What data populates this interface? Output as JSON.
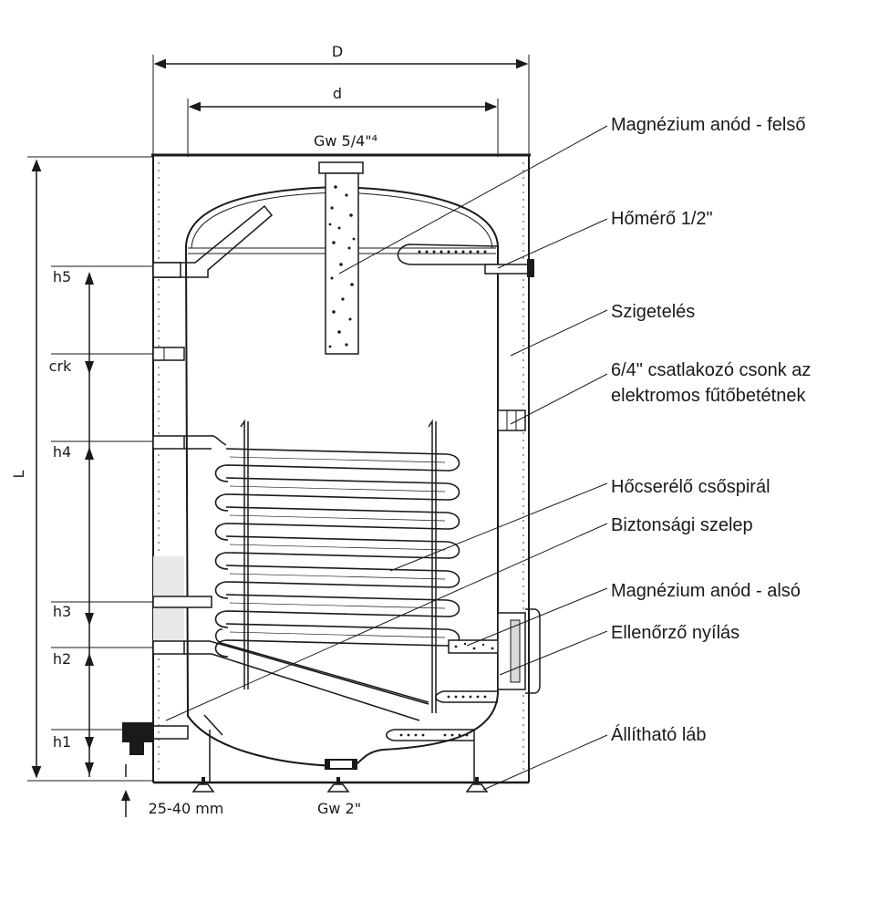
{
  "dimensions": {
    "outer_diameter": "D",
    "inner_diameter": "d",
    "total_height": "L",
    "h5": "h5",
    "crk": "crk",
    "h4": "h4",
    "h3": "h3",
    "h2": "h2",
    "h1": "h1",
    "foot_adjust": "25-40 mm",
    "top_connection": "Gw 5/4\"⁴",
    "bottom_connection": "Gw 2\""
  },
  "labels": {
    "anode_top": "Magnézium anód - felső",
    "thermometer": "Hőmérő 1/2\"",
    "insulation": "Szigetelés",
    "heater_socket_line1": "6/4\" csatlakozó csonk az",
    "heater_socket_line2": "elektromos fűtőbetétnek",
    "heat_exchanger": "Hőcserélő csőspirál",
    "safety_valve": "Biztonsági szelep",
    "anode_bottom": "Magnézium anód - alsó",
    "inspection": "Ellenőrző nyílás",
    "adjustable_foot": "Állítható láb"
  }
}
